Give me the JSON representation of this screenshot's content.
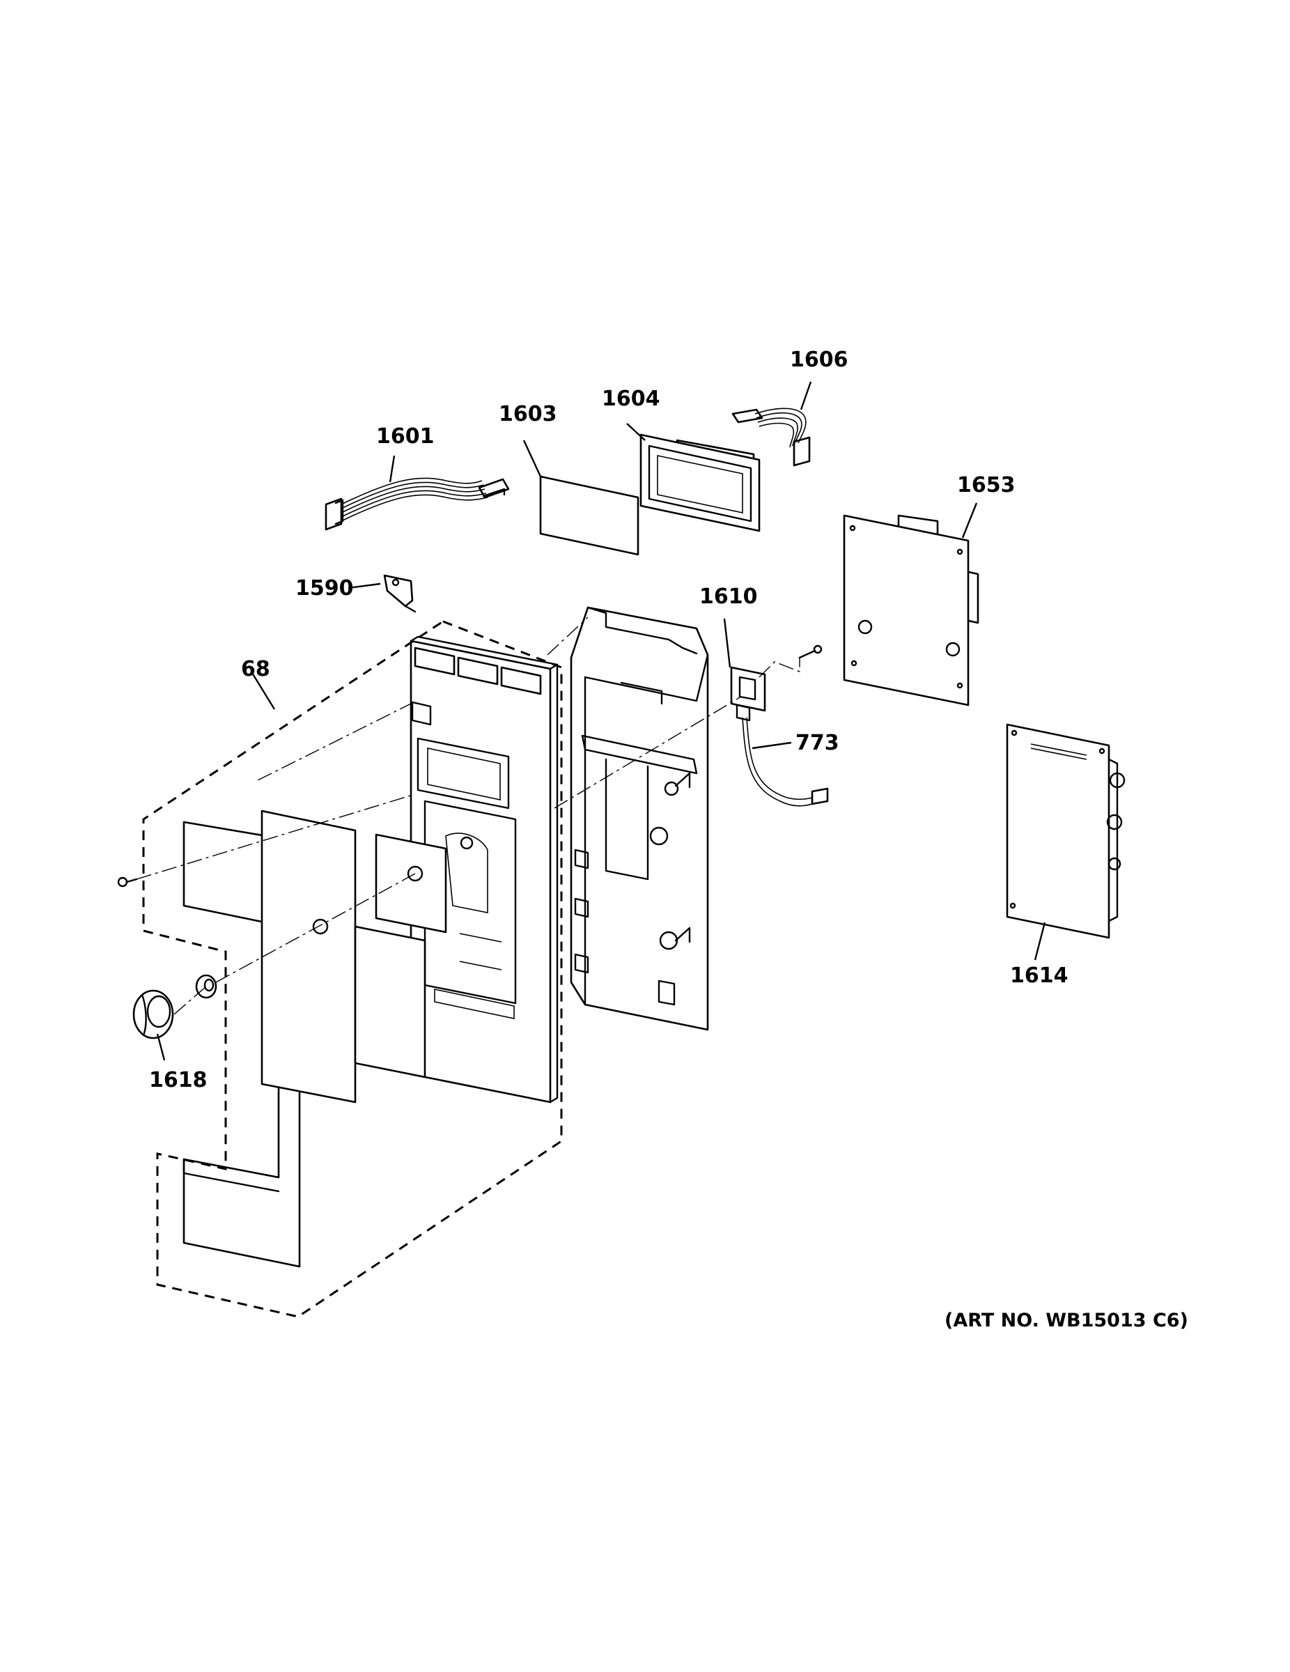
{
  "diagram": {
    "part_numbers": {
      "p1601": "1601",
      "p1603": "1603",
      "p1604": "1604",
      "p1606": "1606",
      "p1653": "1653",
      "p1590": "1590",
      "p1610": "1610",
      "p68": "68",
      "p773": "773",
      "p1614": "1614",
      "p1618": "1618"
    },
    "art_number": "(ART NO. WB15013 C6)"
  }
}
